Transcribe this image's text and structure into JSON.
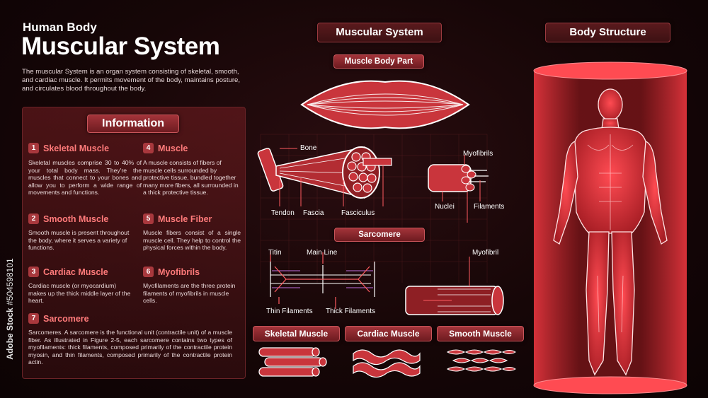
{
  "header": {
    "subtitle": "Human Body",
    "title": "Muscular System",
    "intro": "The muscular System is an organ system consisting of skeletal, smooth, and cardiac muscle. It permits movement of the body, maintains posture, and circulates blood throughout the body."
  },
  "info_panel": {
    "title": "Information",
    "items": [
      {
        "num": "1",
        "title": "Skeletal Muscle",
        "text": "Skeletal muscles comprise 30 to 40% of your total body mass. They're the muscles that connect to your bones and allow you to perform a wide range of movements and functions."
      },
      {
        "num": "2",
        "title": "Smooth Muscle",
        "text": "Smooth muscle is present throughout the body, where it serves a variety of functions."
      },
      {
        "num": "3",
        "title": "Cardiac Muscle",
        "text": "Cardiac muscle (or myocardium) makes up the thick middle layer of the heart."
      },
      {
        "num": "4",
        "title": "Muscle",
        "text": "A muscle consists of fibers of muscle cells surrounded by protective tissue, bundled together many more fibers, all surrounded in a thick protective tissue."
      },
      {
        "num": "5",
        "title": "Muscle Fiber",
        "text": "Muscle fibers consist of a single muscle cell. They help to control the physical forces within the body."
      },
      {
        "num": "6",
        "title": "Myofibrils",
        "text": "Myofilaments are the three protein filaments of myofibrils in muscle cells."
      },
      {
        "num": "7",
        "title": "Sarcomere",
        "text": "Sarcomeres. A sarcomere is the functional unit (contractile unit) of a muscle fiber. As illustrated in Figure 2-5, each sarcomere contains two types of myofilaments: thick filaments, composed primarily of the contractile protein myosin, and thin filaments, composed primarily of the contractile protein actin."
      }
    ]
  },
  "center": {
    "title": "Muscular System",
    "muscle_body_part": "Muscle Body Part",
    "labels": {
      "bone": "Bone",
      "myofibrils": "Myofibrils",
      "tendon": "Tendon",
      "fascia": "Fascia",
      "fasciculus": "Fasciculus",
      "nuclei": "Nuclei",
      "filaments": "Filaments"
    },
    "sarcomere": {
      "title": "Sarcomere",
      "titin": "Titin",
      "main_line": "Main Line",
      "myofibril": "Myofibril",
      "thin_filaments": "Thin Filaments",
      "thick_filaments": "Thick Filaments"
    },
    "tissue_types": [
      "Skeletal Muscle",
      "Cardiac Muscle",
      "Smooth Muscle"
    ]
  },
  "right": {
    "title": "Body Structure"
  },
  "watermark": {
    "id": "#504598101",
    "brand": "Adobe Stock"
  },
  "colors": {
    "accent": "#a3343a",
    "heading_red": "#ff7a7a",
    "background": "#160607"
  }
}
